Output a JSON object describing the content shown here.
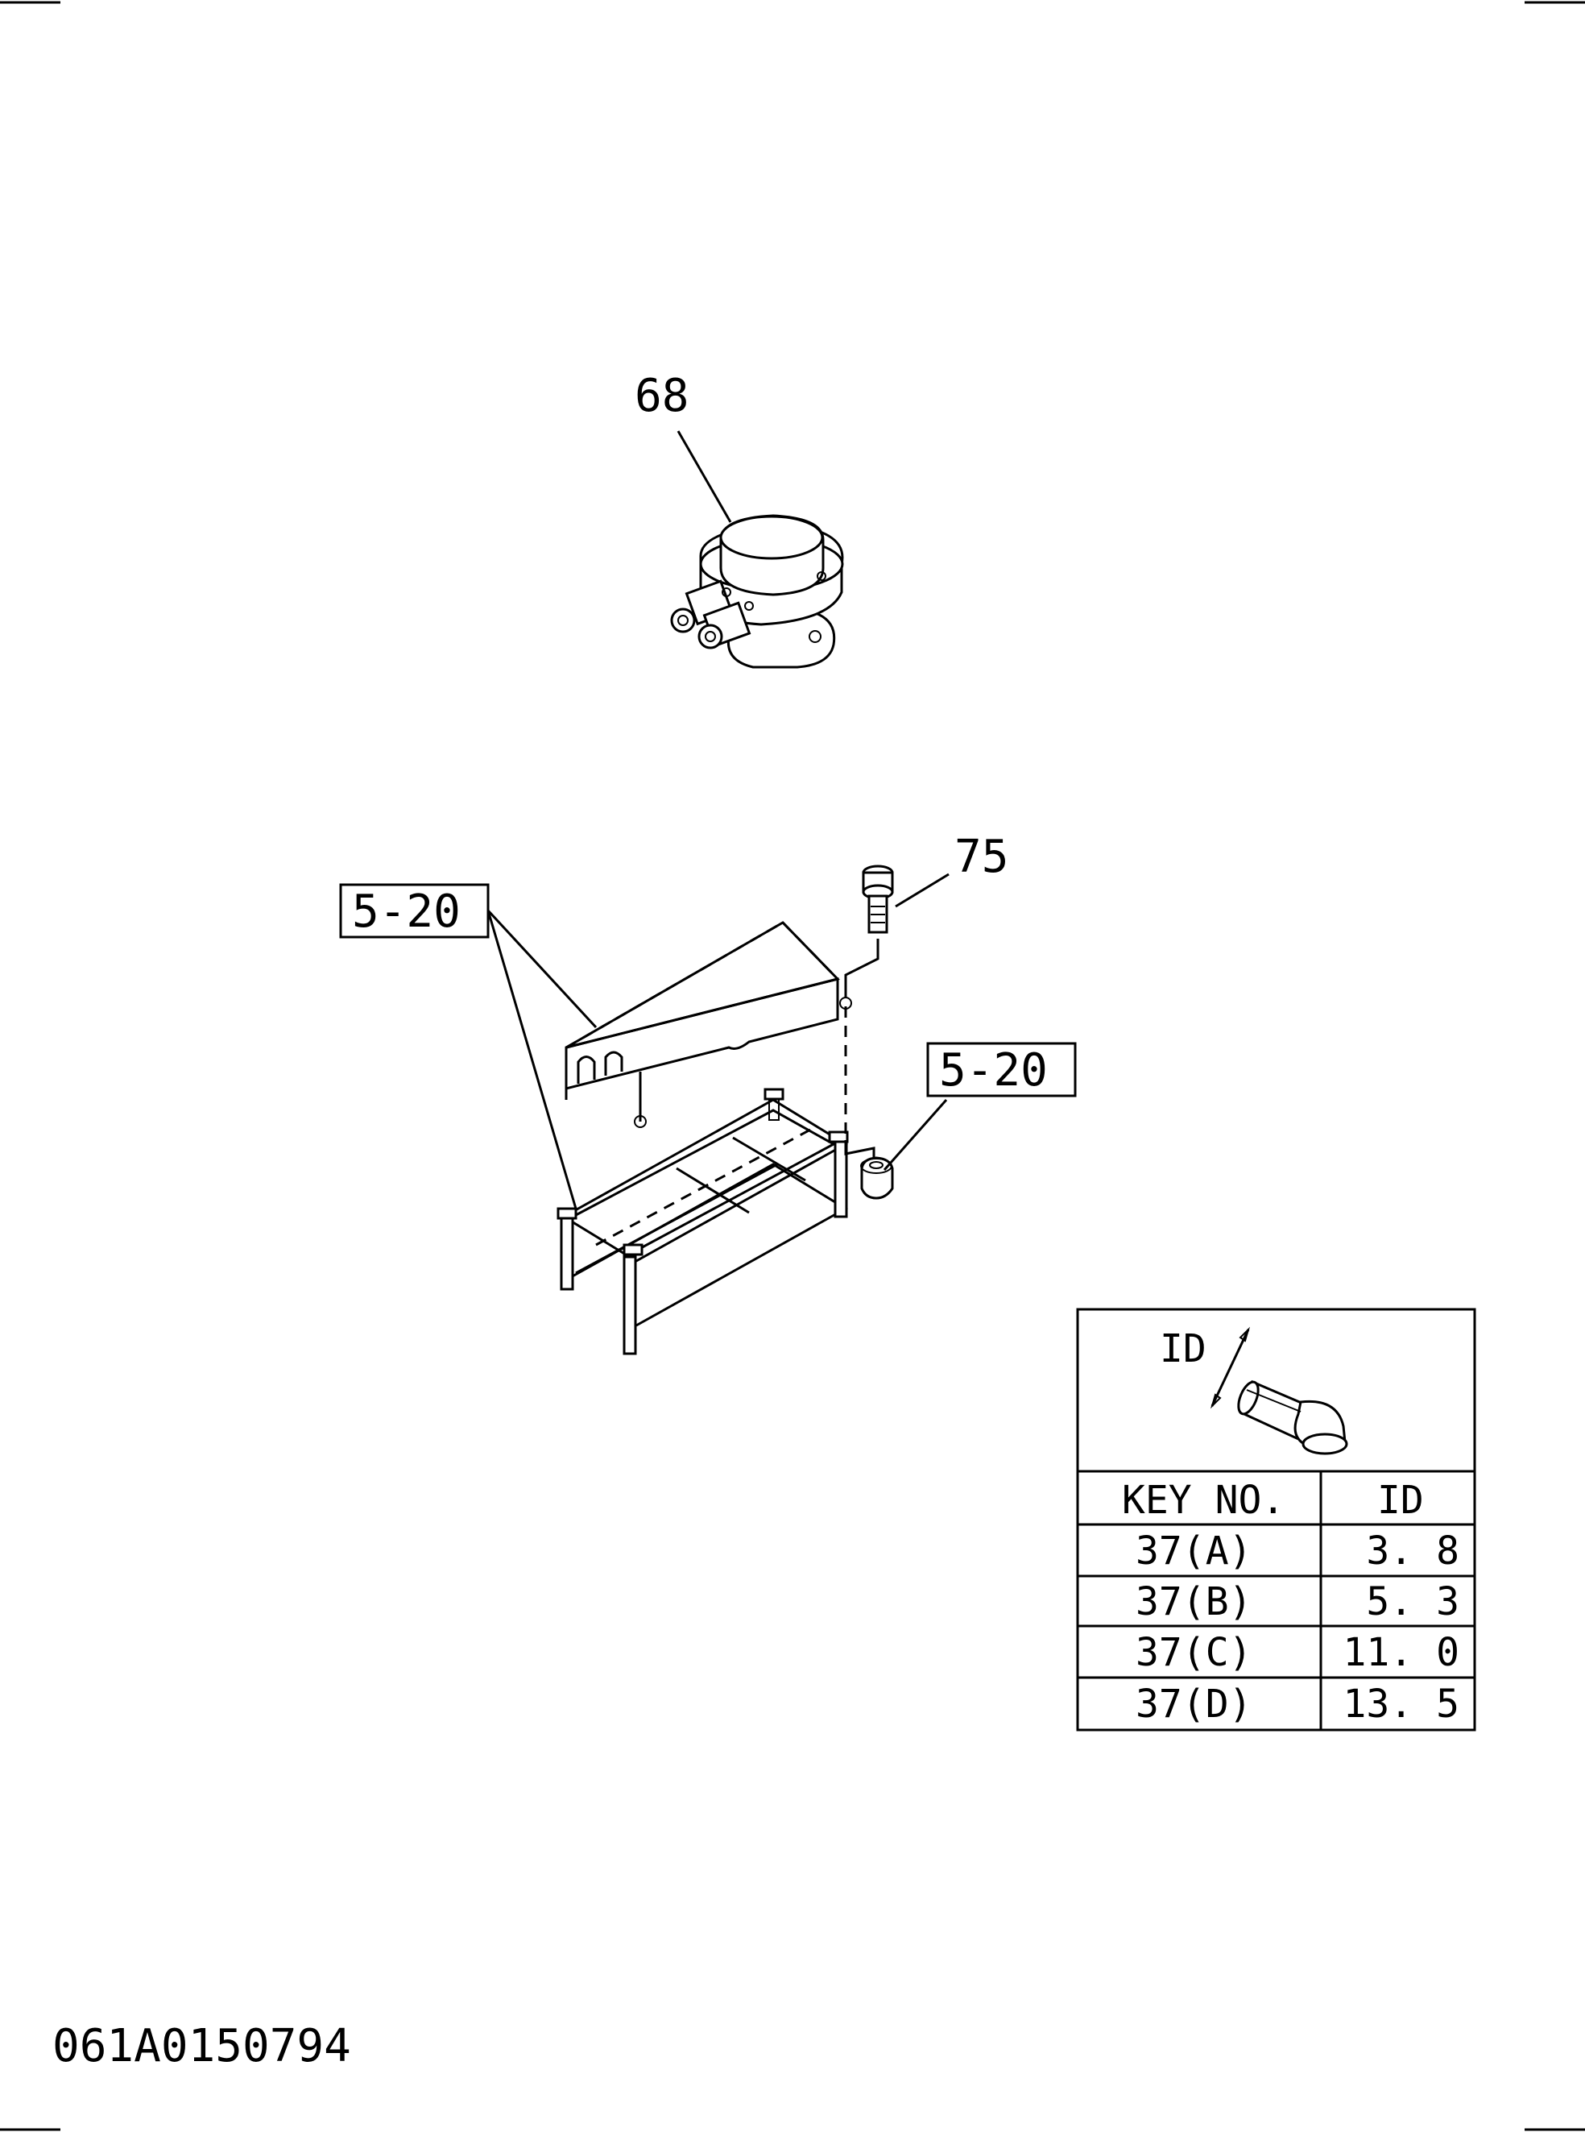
{
  "parts": {
    "relay_callout": "68",
    "bolt_callout": "75",
    "cover_ref": "5-20",
    "nut_ref": "5-20"
  },
  "id_table": {
    "diagram_label": "ID",
    "header_key": "KEY NO.",
    "header_id": "ID",
    "rows": [
      {
        "key": "37(A)",
        "id": "3. 8"
      },
      {
        "key": "37(B)",
        "id": "5. 3"
      },
      {
        "key": "37(C)",
        "id": "11. 0"
      },
      {
        "key": "37(D)",
        "id": "13. 5"
      }
    ]
  },
  "drawing_number": "061A0150794"
}
